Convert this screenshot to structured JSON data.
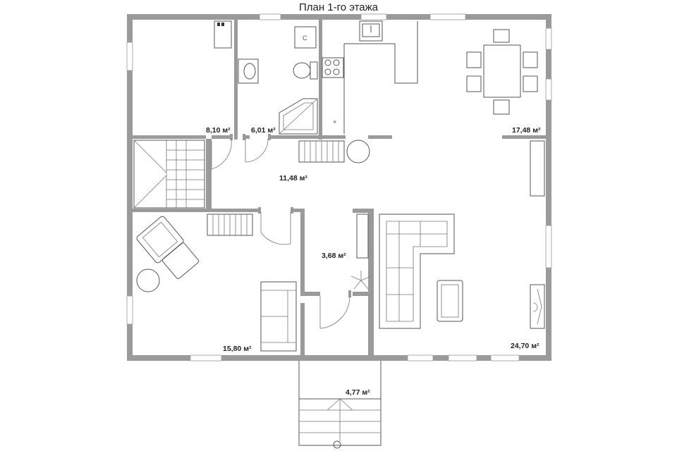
{
  "plan": {
    "title": "План 1-го этажа",
    "rooms": [
      {
        "id": "bedroom-small",
        "area": "8,10 м²"
      },
      {
        "id": "bathroom",
        "area": "6,01 м²"
      },
      {
        "id": "kitchen-dining",
        "area": "17,48 м²"
      },
      {
        "id": "hall",
        "area": "11,48 м²"
      },
      {
        "id": "corridor",
        "area": "3,68 м²"
      },
      {
        "id": "bedroom-large",
        "area": "15,80 м²"
      },
      {
        "id": "living-room",
        "area": "24,70 м²"
      },
      {
        "id": "porch",
        "area": "4,77 м²"
      }
    ],
    "colors": {
      "wall": "#9a9a9a",
      "line": "#555555",
      "text": "#222222"
    }
  }
}
